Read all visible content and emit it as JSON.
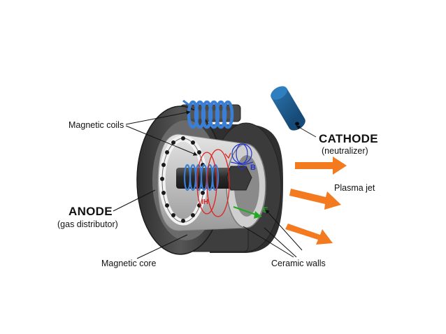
{
  "labels": {
    "magnetic_coils": "Magnetic coils",
    "anode": "ANODE",
    "anode_sub": "(gas distributor)",
    "magnetic_core": "Magnetic core",
    "cathode": "CATHODE",
    "cathode_sub": "(neutralizer)",
    "plasma_jet": "Plasma jet",
    "ceramic_walls": "Ceramic walls",
    "b_field": "B",
    "hall_current": "IH",
    "e_field": "E"
  },
  "colors": {
    "core_dark": "#3c3c3c",
    "core_mid": "#5a5a5a",
    "ceramic": "#bdbdbd",
    "coil": "#3a7fd5",
    "b_field": "#2233cc",
    "hall_current": "#e02020",
    "e_field": "#22aa22",
    "cathode": "#1c5a8c",
    "plasma_arrow": "#f47a1f"
  }
}
